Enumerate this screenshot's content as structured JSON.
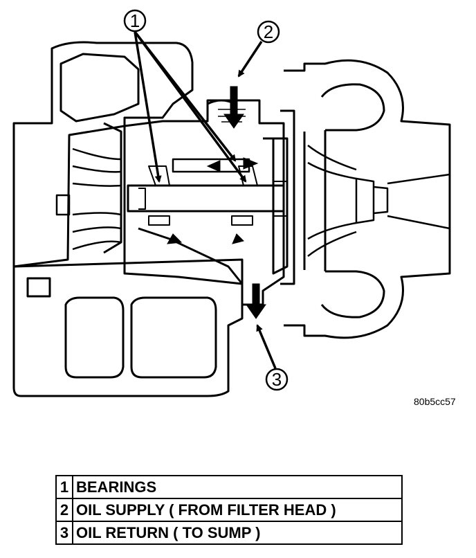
{
  "figure": {
    "id": "80b5cc57",
    "callouts": [
      "1",
      "2",
      "3"
    ]
  },
  "legend": [
    {
      "number": "1",
      "label": "BEARINGS"
    },
    {
      "number": "2",
      "label": "OIL SUPPLY ( FROM FILTER HEAD )"
    },
    {
      "number": "3",
      "label": "OIL RETURN ( TO SUMP )"
    }
  ]
}
